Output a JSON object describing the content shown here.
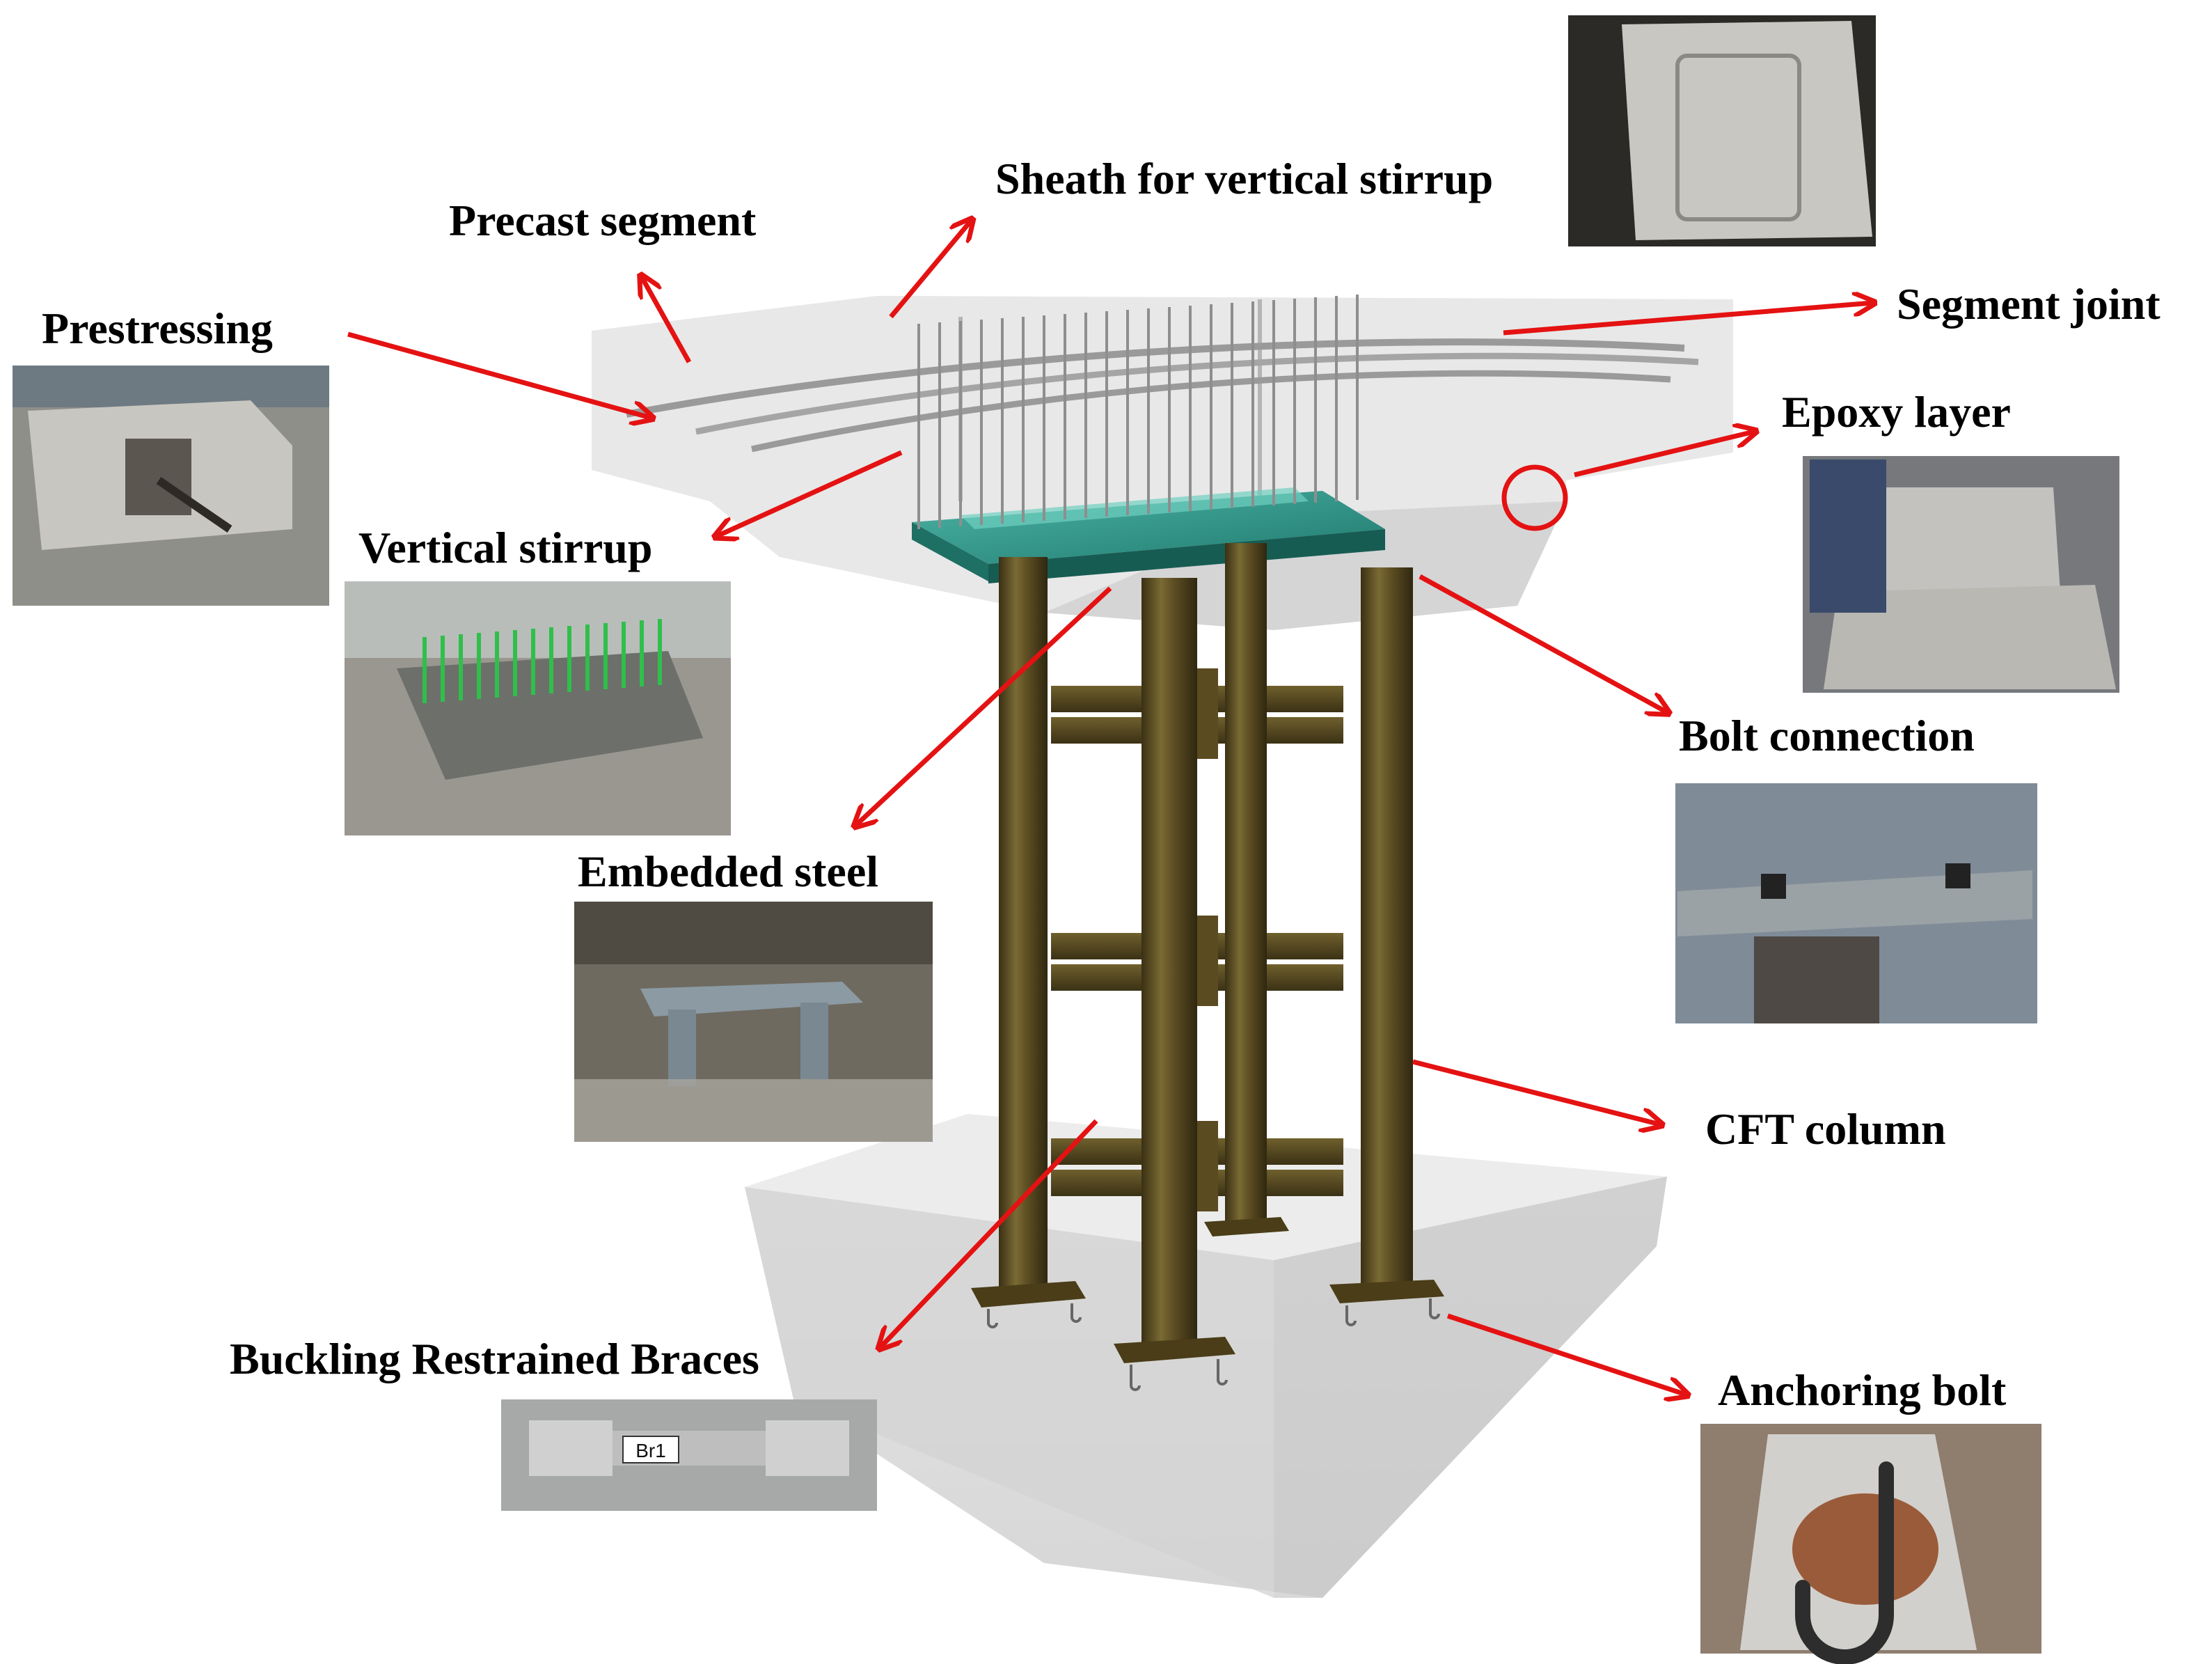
{
  "labels": {
    "prestressing": "Prestressing",
    "precast_segment": "Precast segment",
    "sheath": "Sheath for vertical stirrup",
    "segment_joint": "Segment joint",
    "epoxy_layer": "Epoxy layer",
    "vertical_stirrup": "Vertical stirrup",
    "bolt_connection": "Bolt connection",
    "embedded_steel": "Embedded steel",
    "cft_column": "CFT column",
    "brb": "Buckling Restrained Braces",
    "anchoring_bolt": "Anchoring bolt"
  },
  "photo_text": {
    "brb_tag": "Br1"
  },
  "colors": {
    "arrow": "#e41212",
    "column": "#56481f",
    "embedded_plate": "#2e9b8e",
    "concrete": "#d9d9d9"
  }
}
